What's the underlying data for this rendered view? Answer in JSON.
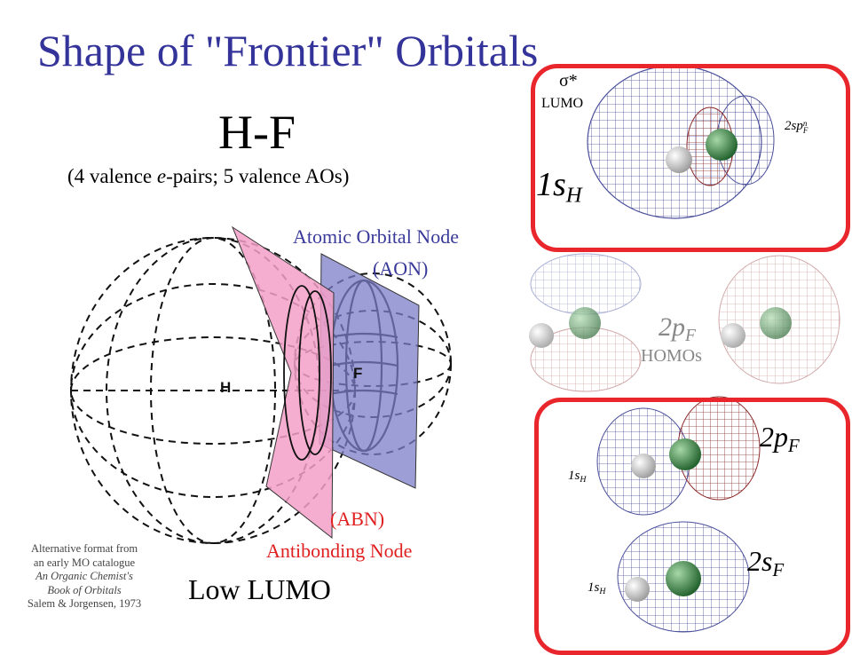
{
  "title": "Shape of \"Frontier\" Orbitals",
  "molecule": "H-F",
  "subtitle": {
    "pre": "(4 valence ",
    "italic": "e",
    "post": "-pairs; 5 valence AOs)"
  },
  "nodes": {
    "aon_line1": "Atomic Orbital Node",
    "aon_line2": "(AON)",
    "abn_line1": "(ABN)",
    "abn_line2": "Antibonding Node"
  },
  "drawing_labels": {
    "h": "H",
    "f": "F"
  },
  "low_lumo": "Low LUMO",
  "credit": {
    "line1": "Alternative format from",
    "line2": "an early MO catalogue",
    "line3": "An Organic Chemist's",
    "line4": "Book of Orbitals",
    "line5": "Salem & Jorgensen, 1973"
  },
  "lumo_panel": {
    "sigma_star": "σ*",
    "lumo": "LUMO",
    "s_h_main": "1s",
    "s_h_sub": "H",
    "sp_main": "2sp",
    "sp_sup": "n",
    "sp_sub": "F"
  },
  "homo_panel": {
    "p_main": "2p",
    "p_sub": "F",
    "homos": "HOMOs"
  },
  "bottom_panel": {
    "p_main": "2p",
    "p_sub": "F",
    "s1_main": "1s",
    "s1_sub": "H",
    "s2_main": "2s",
    "s2_sub": "F",
    "s3_main": "1s",
    "s3_sub": "H"
  },
  "colors": {
    "title": "#33339a",
    "aon": "#3a3a9a",
    "abn": "#e02020",
    "box": "#e8262b",
    "mesh_blue": "#4a4f9a",
    "mesh_red": "#8a2a2a",
    "atom_f": "#2e7a3a",
    "atom_h": "#d0d0d0",
    "plane_pink": "#f5a0c8",
    "plane_blue": "#7c7ec8"
  }
}
